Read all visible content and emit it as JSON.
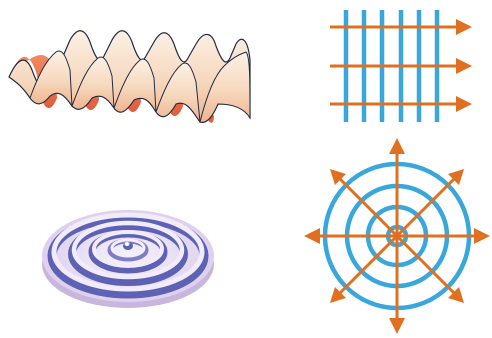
{
  "panels": [
    {
      "kind": "plane-wave-surface",
      "icon": "corrugated-sheet"
    },
    {
      "kind": "plane-wave-fronts",
      "icon": "parallel-lines-with-arrows",
      "arrow_count": 3,
      "wavefront_count": 6
    },
    {
      "kind": "spherical-wave-surface",
      "icon": "rippled-disc"
    },
    {
      "kind": "spherical-wave-fronts",
      "icon": "concentric-circles-with-radial-arrows",
      "ring_count": 4,
      "arrow_count": 8
    }
  ],
  "colors": {
    "wavefront": "#3aa7dc",
    "ray": "#e07020",
    "surface_light": "#f6d8bd",
    "surface_dark": "#e96f48",
    "ripple_light": "#f2ecfa",
    "ripple_dark": "#5d62b4",
    "outline": "#1f2b48"
  }
}
